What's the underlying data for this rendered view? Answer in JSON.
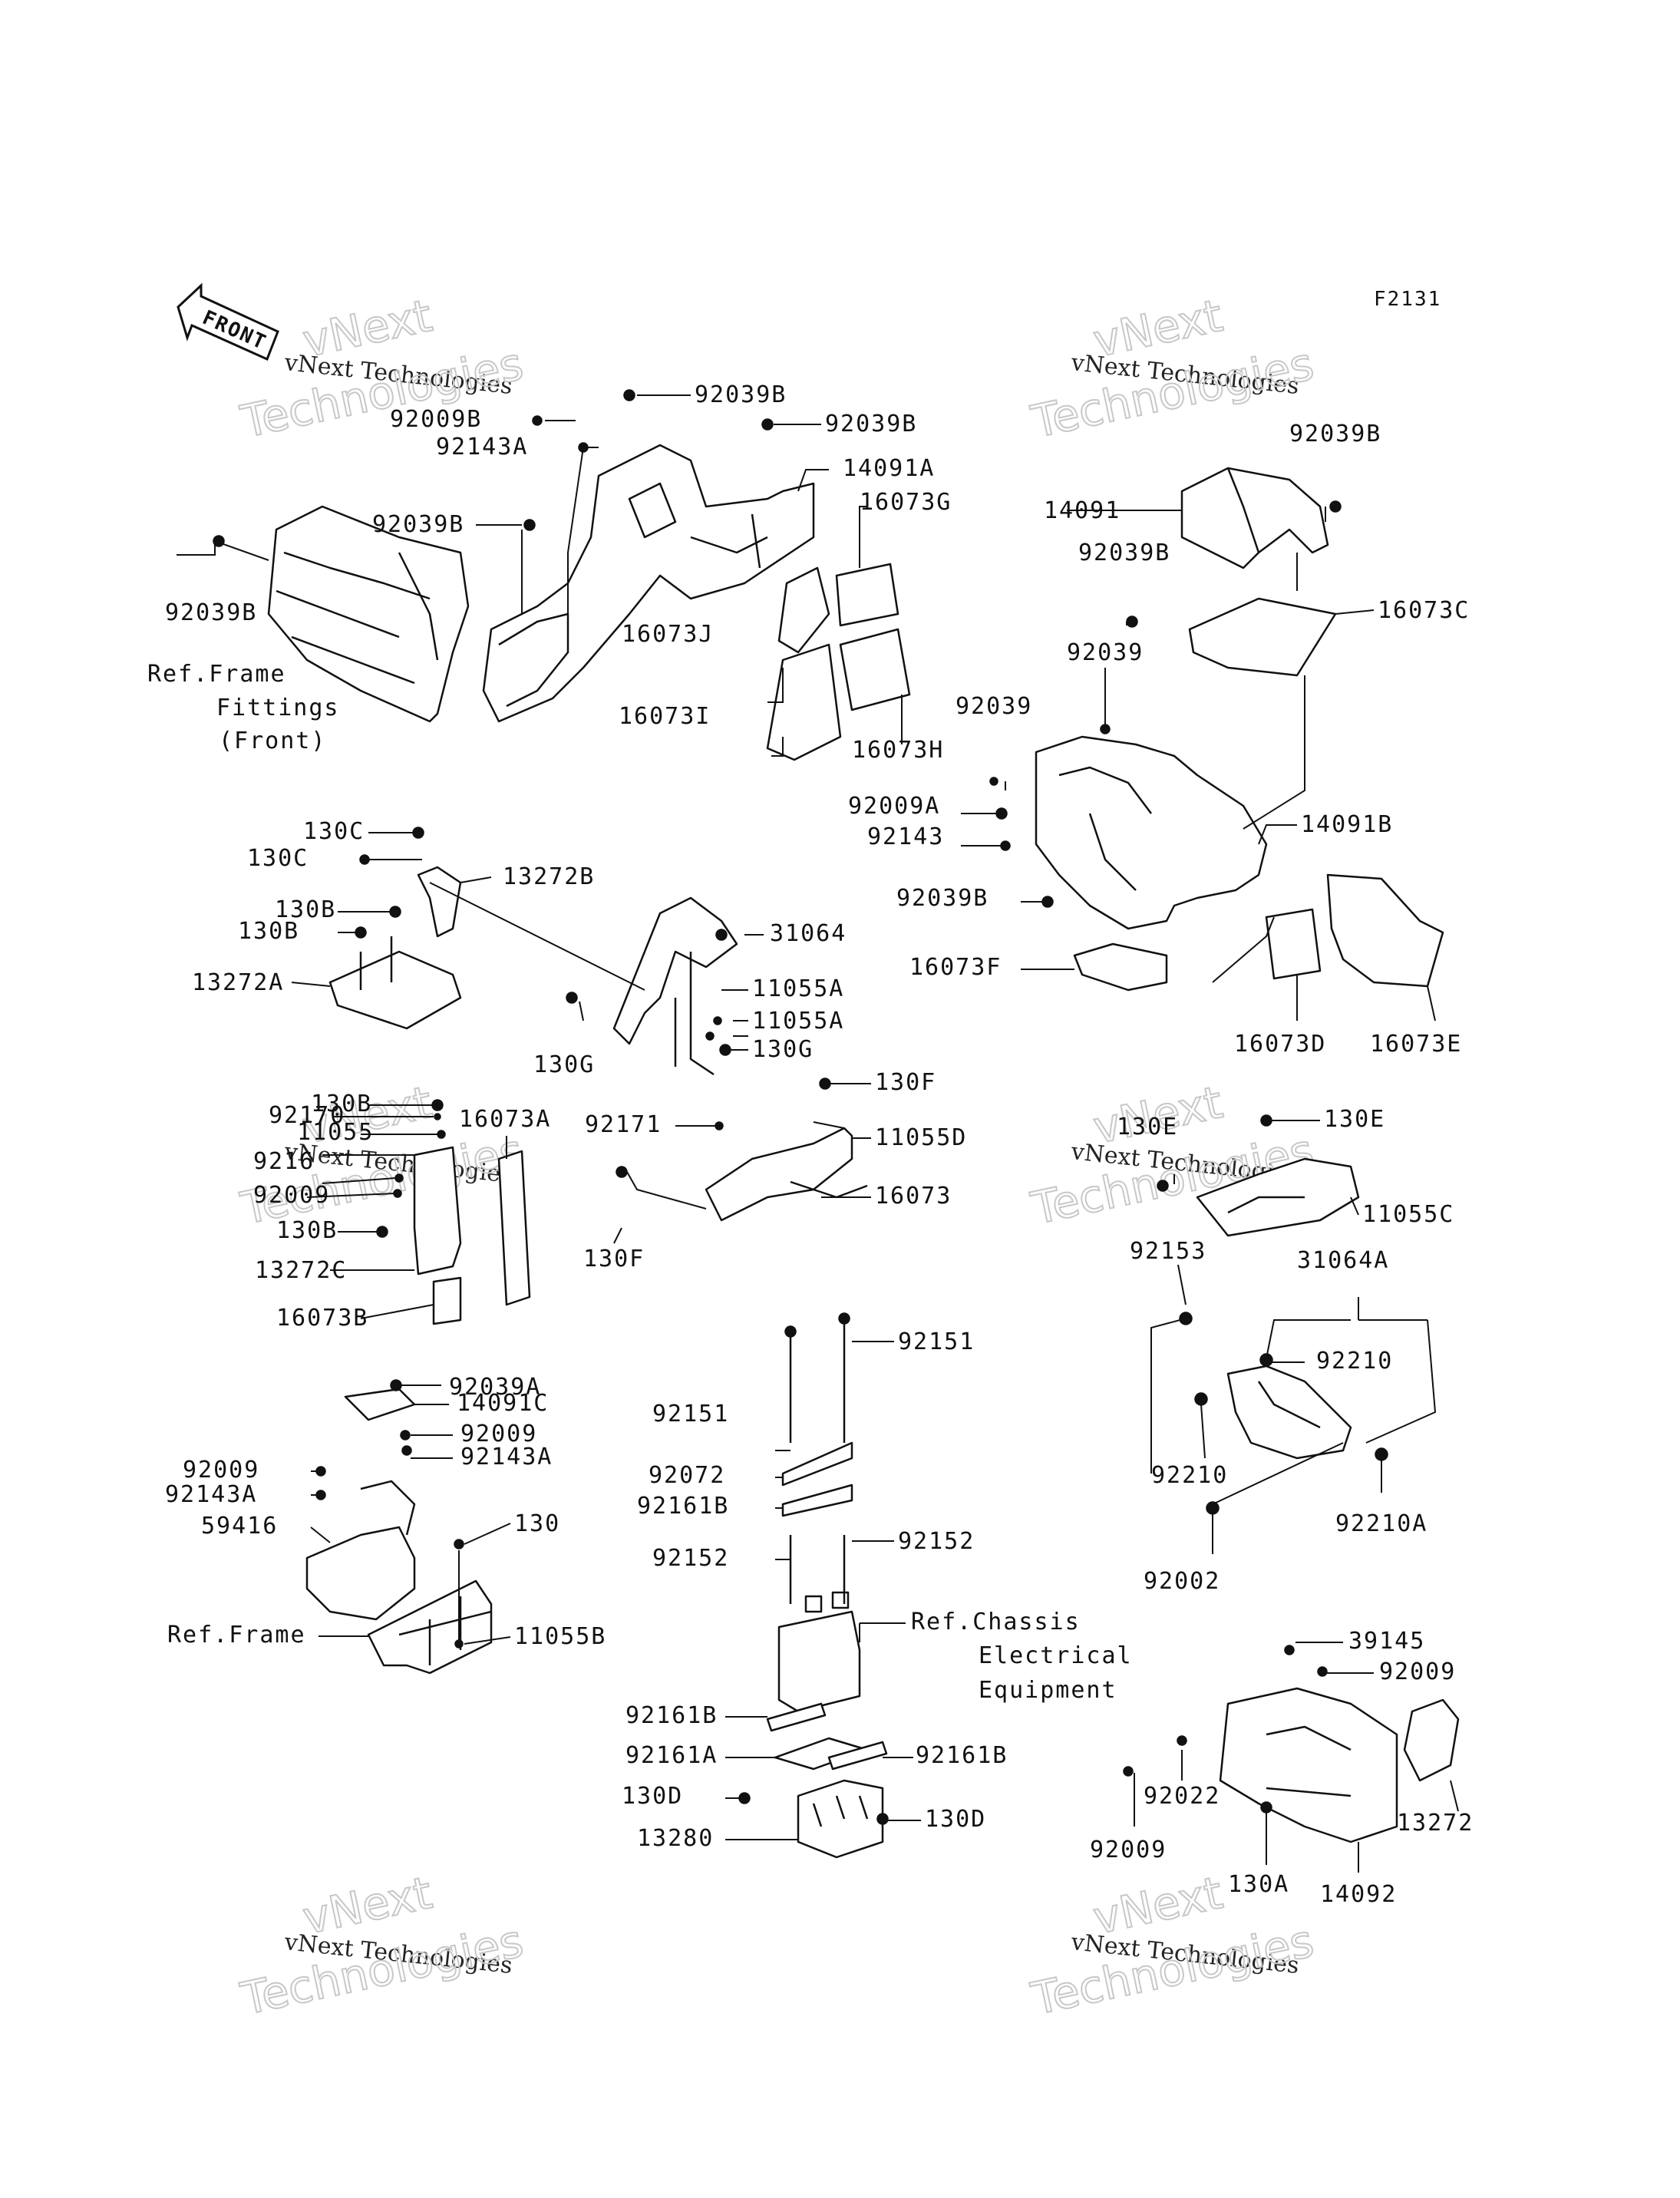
{
  "drawing_code": "F2131",
  "front_arrow_label": "FRONT",
  "watermark": {
    "line1": "vNext",
    "line2": "vNext Technologies",
    "line3": "Technologies"
  },
  "references": {
    "frame_fittings_1": "Ref.Frame",
    "frame_fittings_2": "Fittings",
    "frame_fittings_3": "(Front)",
    "frame": "Ref.Frame",
    "chassis_1": "Ref.Chassis",
    "chassis_2": "Electrical",
    "chassis_3": "Equipment"
  },
  "parts": {
    "p92039B_a": "92039B",
    "p92009B": "92009B",
    "p92039B_b": "92039B",
    "p92143A_a": "92143A",
    "p14091A": "14091A",
    "p16073G": "16073G",
    "p92039B_c": "92039B",
    "p92039B_d": "92039B",
    "p16073J": "16073J",
    "p16073I": "16073I",
    "p16073H": "16073H",
    "p92039B_e": "92039B",
    "p14091": "14091",
    "p92039B_f": "92039B",
    "p16073C": "16073C",
    "p92039_a": "92039",
    "p92039_b": "92039",
    "p92009A": "92009A",
    "p92143": "92143",
    "p14091B": "14091B",
    "p92039B_g": "92039B",
    "p16073F": "16073F",
    "p16073D": "16073D",
    "p16073E": "16073E",
    "p130C_a": "130C",
    "p130C_b": "130C",
    "p13272B": "13272B",
    "p130B_a": "130B",
    "p130B_b": "130B",
    "p13272A": "13272A",
    "p31064": "31064",
    "p11055A_a": "11055A",
    "p11055A_b": "11055A",
    "p130G_a": "130G",
    "p130G_b": "130G",
    "p130F_a": "130F",
    "p130B_c": "130B",
    "p92170": "92170",
    "p11055": "11055",
    "p16073A": "16073A",
    "p9216": "9216",
    "p92009_a": "92009",
    "p130B_d": "130B",
    "p13272C": "13272C",
    "p16073B": "16073B",
    "p92171": "92171",
    "p11055D": "11055D",
    "p16073": "16073",
    "p130F_b": "130F",
    "p130E_a": "130E",
    "p130E_b": "130E",
    "p11055C": "11055C",
    "p92153": "92153",
    "p31064A": "31064A",
    "p92210_a": "92210",
    "p92210_b": "92210",
    "p92210A": "92210A",
    "p92002": "92002",
    "p92039A": "92039A",
    "p14091C": "14091C",
    "p92009_b": "92009",
    "p92143A_b": "92143A",
    "p92009_c": "92009",
    "p92143A_c": "92143A",
    "p59416": "59416",
    "p130": "130",
    "p11055B": "11055B",
    "p92151_a": "92151",
    "p92151_b": "92151",
    "p92072": "92072",
    "p92161B_a": "92161B",
    "p92152_a": "92152",
    "p92152_b": "92152",
    "p92161B_b": "92161B",
    "p92161A": "92161A",
    "p92161B_c": "92161B",
    "p130D_a": "130D",
    "p130D_b": "130D",
    "p13280": "13280",
    "p39145": "39145",
    "p92009_d": "92009",
    "p92022": "92022",
    "p92009_e": "92009",
    "p13272": "13272",
    "p130A": "130A",
    "p14092": "14092"
  }
}
